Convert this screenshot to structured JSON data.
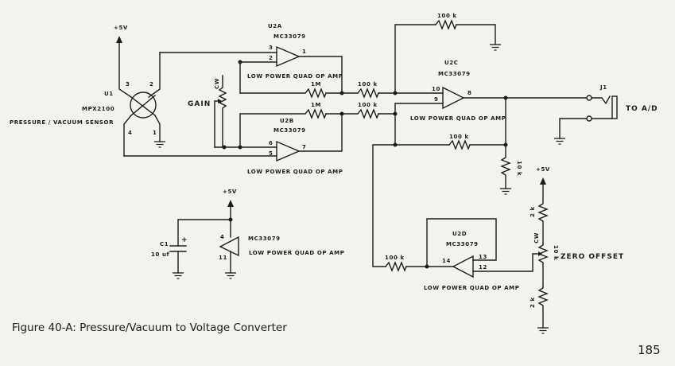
{
  "figure": {
    "caption": "Figure 40-A: Pressure/Vacuum to Voltage Converter",
    "page_number": "185"
  },
  "sensor": {
    "ref": "U1",
    "part": "MPX2100",
    "description": "PRESSURE / VACUUM SENSOR",
    "supply": "+5V",
    "pins": [
      "1",
      "2",
      "3",
      "4"
    ]
  },
  "gain_pot": {
    "label": "GAIN",
    "wiper_mark": "CW"
  },
  "opamps": {
    "u2a": {
      "ref": "U2A",
      "part": "MC33079",
      "desc": "LOW POWER QUAD OP AMP",
      "pins": {
        "in_p": "3",
        "in_n": "2",
        "out": "1"
      }
    },
    "u2b": {
      "ref": "U2B",
      "part": "MC33079",
      "desc": "LOW POWER QUAD OP AMP",
      "pins": {
        "in_n": "6",
        "in_p": "5",
        "out": "7"
      }
    },
    "u2c": {
      "ref": "U2C",
      "part": "MC33079",
      "desc": "LOW POWER QUAD OP AMP",
      "pins": {
        "in_a": "10",
        "in_b": "9",
        "out": "8"
      }
    },
    "u2d": {
      "ref": "U2D",
      "part": "MC33079",
      "desc": "LOW POWER QUAD OP AMP",
      "pins": {
        "out": "14",
        "in_n": "13",
        "in_p": "12"
      }
    },
    "power": {
      "part": "MC33079",
      "desc": "LOW POWER QUAD OP AMP",
      "pin_v": "4",
      "pin_g": "11",
      "supply": "+5V"
    }
  },
  "resistors": {
    "r_fb_a": "1M",
    "r_fb_b": "1M",
    "r_in_a": "100 k",
    "r_in_b": "100 k",
    "r_top": "100 k",
    "r_fb_c": "100 k",
    "r_load": "10 k",
    "r_d_in": "100 k",
    "r_off_top": "2 k",
    "r_off_bot": "2 k",
    "r_off_pot": "10 k"
  },
  "capacitor": {
    "ref": "C1",
    "value": "10 uf",
    "polarity": "+"
  },
  "connector": {
    "ref": "J1",
    "label": "TO A/D"
  },
  "offset": {
    "label": "ZERO OFFSET",
    "wiper_mark": "CW",
    "supply": "+5V"
  }
}
